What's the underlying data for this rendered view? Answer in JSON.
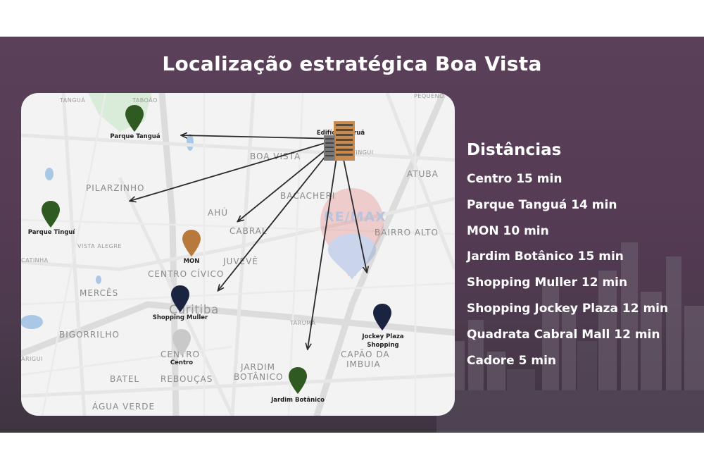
{
  "title": "Localização estratégica Boa Vista",
  "map": {
    "origin": {
      "label": "Edifício Maruã",
      "icon": "building-icon"
    },
    "districts": [
      {
        "label": "TANGUÁ",
        "cls": "small"
      },
      {
        "label": "TABOÃO",
        "cls": "small"
      },
      {
        "label": "PEQUENO",
        "cls": "small"
      },
      {
        "label": "BOA VISTA",
        "cls": ""
      },
      {
        "label": "TINGUI",
        "cls": "small"
      },
      {
        "label": "ATUBA",
        "cls": ""
      },
      {
        "label": "PILARZINHO",
        "cls": ""
      },
      {
        "label": "BACACHERI",
        "cls": ""
      },
      {
        "label": "AHÚ",
        "cls": ""
      },
      {
        "label": "CABRAL",
        "cls": ""
      },
      {
        "label": "BAIRRO ALTO",
        "cls": ""
      },
      {
        "label": "VISTA ALEGRE",
        "cls": "small"
      },
      {
        "label": "JUVEVÊ",
        "cls": ""
      },
      {
        "label": "CATINHA",
        "cls": "small"
      },
      {
        "label": "CENTRO CÍVICO",
        "cls": ""
      },
      {
        "label": "MERCÊS",
        "cls": ""
      },
      {
        "label": "Curitiba",
        "cls": "city"
      },
      {
        "label": "BIGORRILHO",
        "cls": ""
      },
      {
        "label": "TARUMÃ",
        "cls": "small"
      },
      {
        "label": "CENTRO",
        "cls": ""
      },
      {
        "label": "CAPÃO DA",
        "cls": ""
      },
      {
        "label": "IMBUIA",
        "cls": ""
      },
      {
        "label": "JARDIM",
        "cls": ""
      },
      {
        "label": "BOTÂNICO",
        "cls": ""
      },
      {
        "label": "BATEL",
        "cls": ""
      },
      {
        "label": "REBOUÇAS",
        "cls": ""
      },
      {
        "label": "ÁGUA VERDE",
        "cls": ""
      },
      {
        "label": "ARIGUI",
        "cls": "small"
      }
    ],
    "places": [
      {
        "label": "Parque Tanguá",
        "color": "#2f5a22",
        "icon": "map-pin-icon"
      },
      {
        "label": "Parque Tinguí",
        "color": "#2f5a22",
        "icon": "map-pin-icon"
      },
      {
        "label": "MON",
        "color": "#b87a3c",
        "icon": "map-pin-icon"
      },
      {
        "label": "Shopping Muller",
        "color": "#1a2440",
        "icon": "map-pin-icon"
      },
      {
        "label": "Centro",
        "color": "#c9c9c9",
        "icon": "map-pin-icon"
      },
      {
        "label": "Jockey Plaza Shopping",
        "color": "#1a2440",
        "icon": "map-pin-icon"
      },
      {
        "label": "Jardim Botânico",
        "color": "#2f5a22",
        "icon": "map-pin-icon"
      }
    ],
    "watermark": "RE/MAX"
  },
  "distances": {
    "title": "Distâncias",
    "items": [
      "Centro 15 min",
      "Parque Tanguá 14 min",
      "MON 10 min",
      "Jardim Botânico 15 min",
      "Shopping Muller 12 min",
      "Shopping Jockey Plaza 12 min",
      "Quadrata Cabral Mall 12 min",
      "Cadore 5 min"
    ]
  },
  "colors": {
    "banner": "#553b54",
    "arrow": "#2a2a2a",
    "map_bg": "#f3f3f3"
  }
}
